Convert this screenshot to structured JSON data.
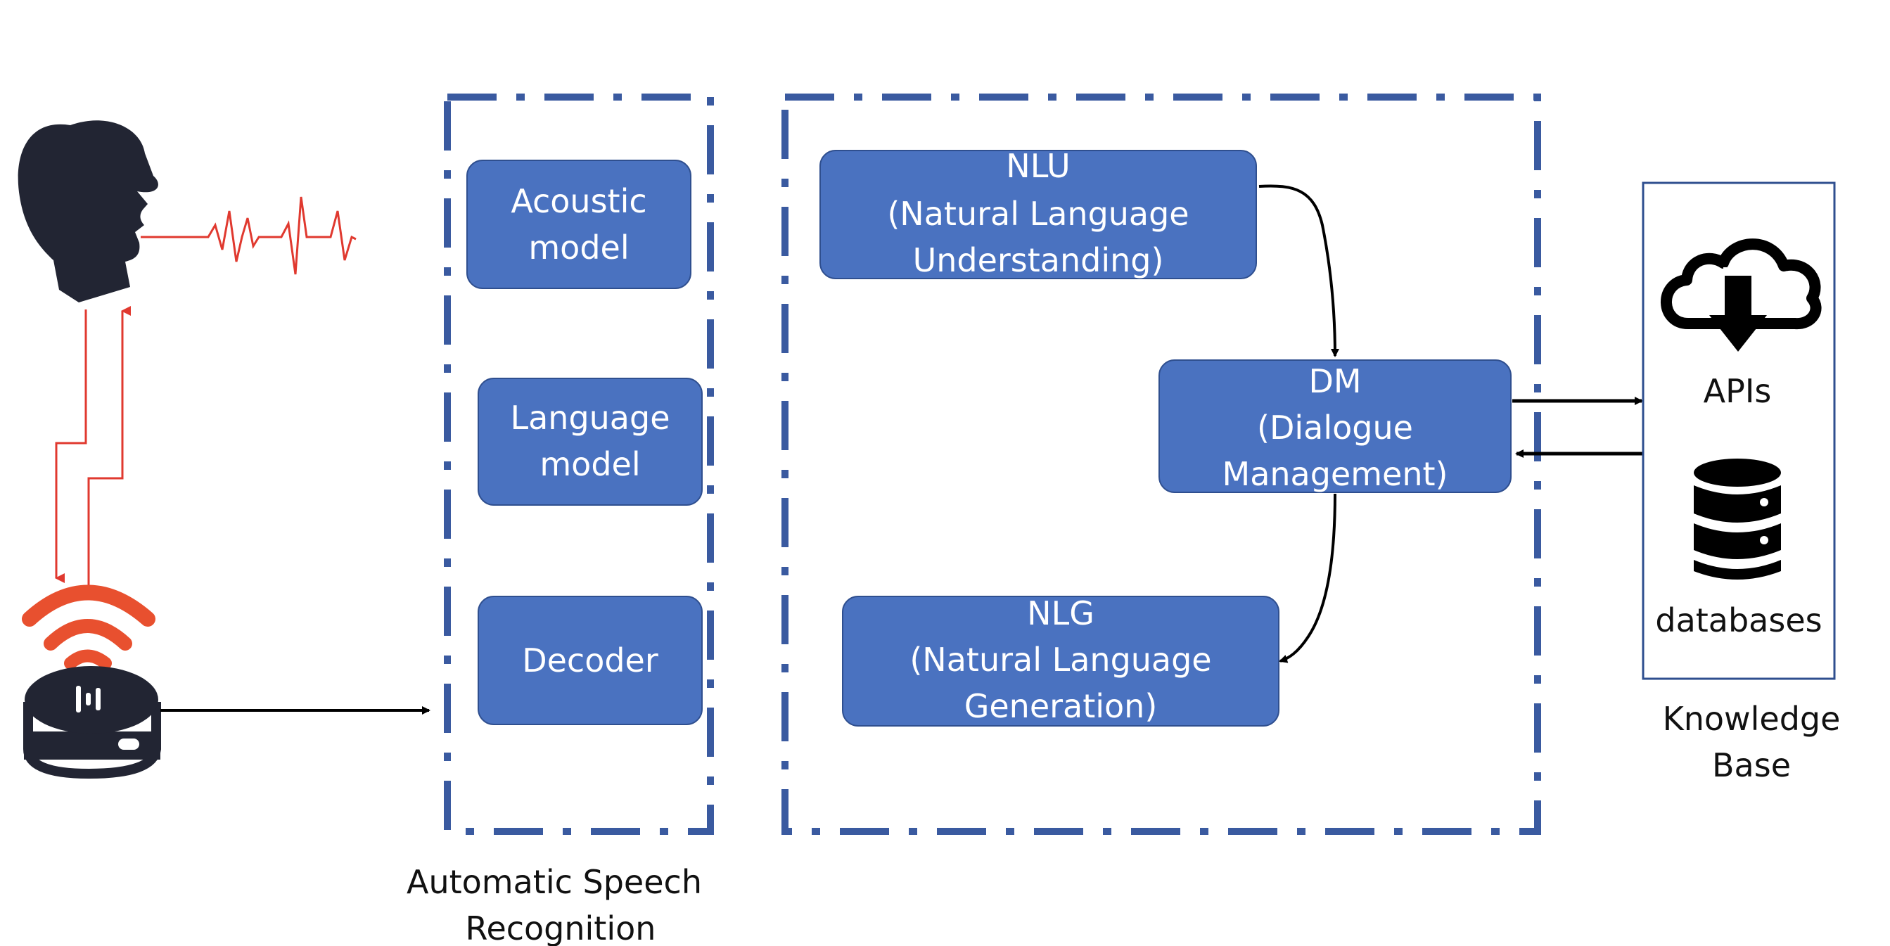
{
  "asr": {
    "label_line1": "Automatic Speech",
    "label_line2": "Recognition",
    "acoustic": {
      "line1": "Acoustic",
      "line2": "model"
    },
    "language": {
      "line1": "Language",
      "line2": "model"
    },
    "decoder": {
      "line1": "Decoder"
    }
  },
  "dialog": {
    "nlu": {
      "line1": "NLU",
      "line2": "(Natural Language",
      "line3": "Understanding)"
    },
    "dm": {
      "line1": "DM",
      "line2": "(Dialogue",
      "line3": "Management)"
    },
    "nlg": {
      "line1": "NLG",
      "line2": "(Natural Language",
      "line3": "Generation)"
    }
  },
  "knowledge": {
    "apis_label": "APIs",
    "db_label": "databases",
    "label_line1": "Knowledge",
    "label_line2": "Base"
  },
  "colors": {
    "box_fill": "#4a72c0",
    "box_stroke": "#2f4f8f",
    "dash_frame": "#3a5aa0",
    "signal_red": "#e0392f",
    "speaker_orange": "#e8502f",
    "ink": "#222533"
  },
  "icons": {
    "person": "speaking-head-icon",
    "waveform": "sound-wave-icon",
    "speaker": "smart-speaker-icon",
    "cloud": "cloud-download-icon",
    "database": "database-icon"
  }
}
